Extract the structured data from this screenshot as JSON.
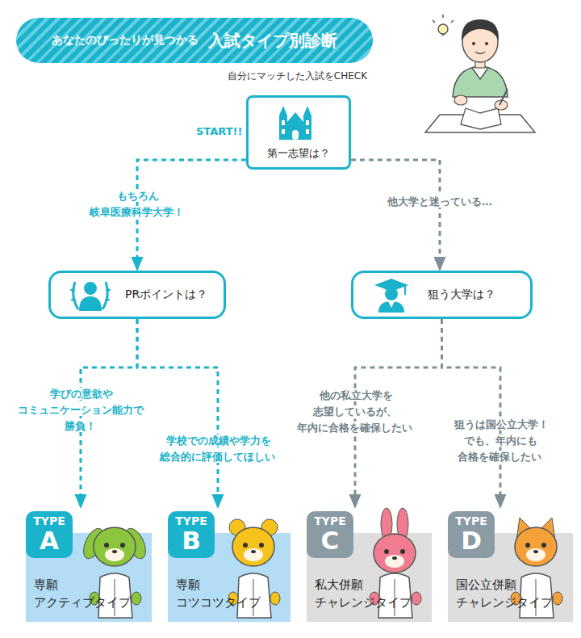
{
  "diagram": {
    "title": "入試タイプ別診断",
    "nodes": [
      {
        "text": [
          "第一志望は？"
        ]
      },
      {
        "text": [
          "PRポイントは？"
        ]
      },
      {
        "text": [
          "狙う大学は？"
        ]
      },
      {
        "text": [
          "TYPE",
          "A",
          "専願 アクティブタイプ"
        ]
      },
      {
        "text": [
          "TYPE",
          "B",
          "専願 コツコツタイプ"
        ]
      },
      {
        "text": [
          "TYPE",
          "C",
          "私大併願 チャレンジタイプ"
        ]
      },
      {
        "text": [
          "TYPE",
          "D",
          "国公立併願 チャレンジタイプ"
        ]
      }
    ],
    "edges": [
      {
        "from": 0,
        "to": 1,
        "arrow": "to",
        "label": "もちろん 岐阜医療科学大学！"
      },
      {
        "from": 0,
        "to": 2,
        "arrow": "to",
        "label": "他大学と迷っている…"
      },
      {
        "from": 1,
        "to": 3,
        "arrow": "to",
        "label": "学びの意欲や コミュニケーション能力で 勝負！"
      },
      {
        "from": 1,
        "to": 4,
        "arrow": "to",
        "label": "学校での成績や学力を 総合的に評価してほしい"
      },
      {
        "from": 2,
        "to": 5,
        "arrow": "to",
        "label": "他の私立大学を 志望しているが、 年内に合格を確保したい"
      },
      {
        "from": 2,
        "to": 6,
        "arrow": "to",
        "label": "狙うは国公立大学！ でも、年内にも 合格を確保したい"
      }
    ],
    "labels": [
      "あなたのぴったりが見つかる",
      "自分にマッチした入試をCHECK",
      "START!!"
    ]
  }
}
